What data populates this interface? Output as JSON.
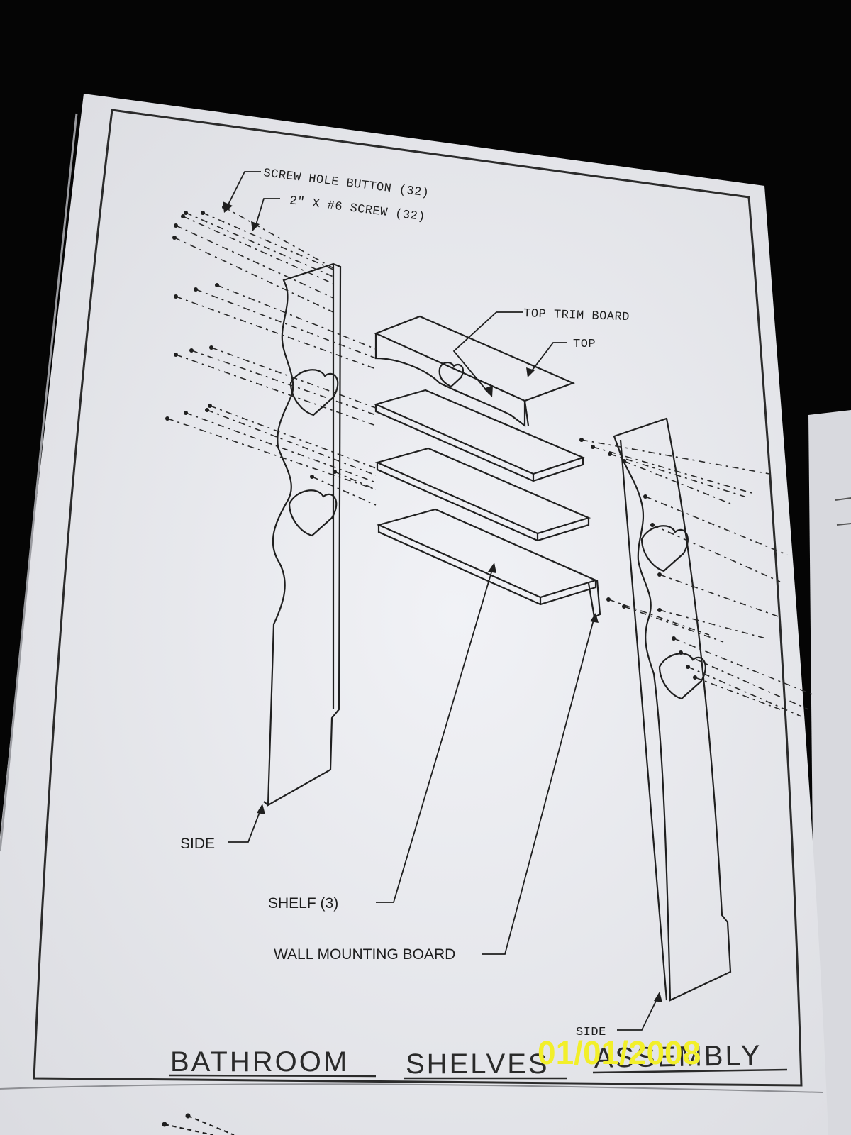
{
  "labels": {
    "screw_hole_button": "SCREW HOLE BUTTON (32)",
    "screw": "2\" X #6 SCREW (32)",
    "top_trim_board": "TOP TRIM BOARD",
    "top": "TOP",
    "side_left": "SIDE",
    "shelf": "SHELF (3)",
    "wall_mounting_board": "WALL MOUNTING BOARD",
    "side_right": "SIDE"
  },
  "title": {
    "word1": "BATHROOM",
    "word2": "SHELVES",
    "word3": "ASSEMBLY"
  },
  "date_stamp": "01/01/2008",
  "colors": {
    "background": "#050505",
    "paper": "#e9eaee",
    "ink": "#1d1d1d",
    "stamp": "#f2ef2a"
  }
}
